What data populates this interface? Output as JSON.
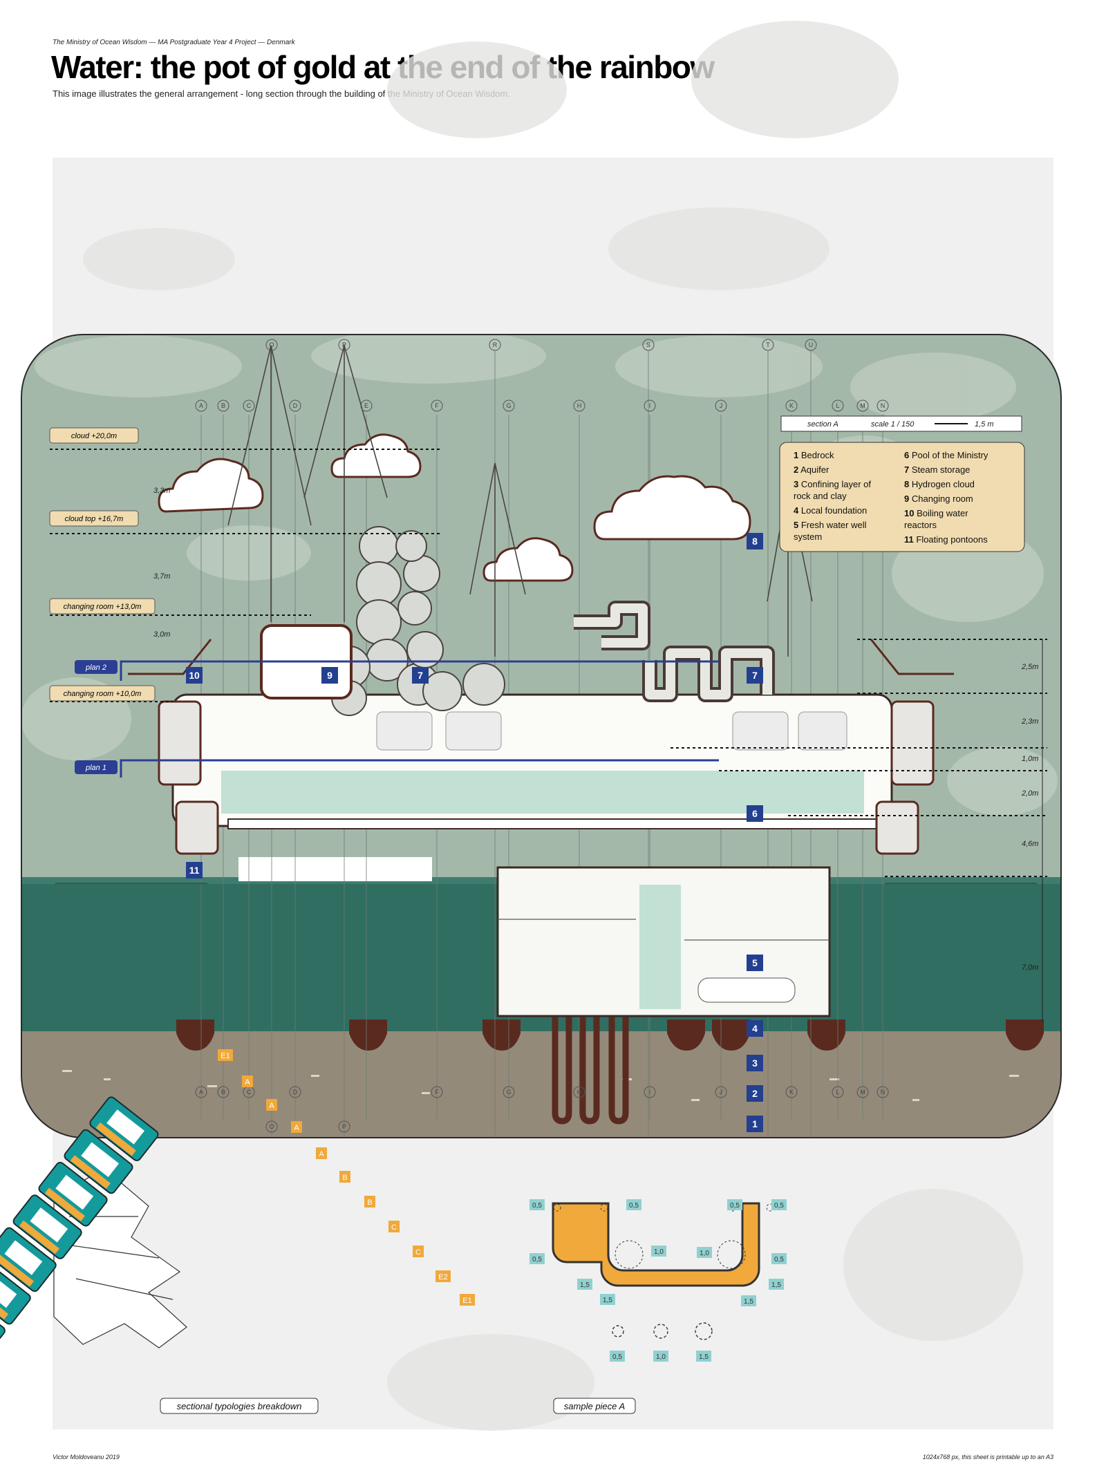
{
  "header": {
    "supertitle": "The Ministry of Ocean Wisdom — MA Postgraduate Year 4 Project — Denmark",
    "title": "Water: the pot of gold at the end of the rainbow",
    "caption": "This image illustrates the general arrangement - long section through the building of the Ministry of Ocean Wisdom."
  },
  "section_box": {
    "label": "section A",
    "scale": "scale 1 / 150",
    "scalebar": "1,5 m"
  },
  "legend": {
    "left": [
      {
        "num": "1",
        "text": "Bedrock"
      },
      {
        "num": "2",
        "text": "Aquifer"
      },
      {
        "num": "3",
        "text": "Confining layer of",
        "text2": "rock and clay"
      },
      {
        "num": "4",
        "text": "Local foundation"
      },
      {
        "num": "5",
        "text": "Fresh water well",
        "text2": "system"
      }
    ],
    "right": [
      {
        "num": "6",
        "text": "Pool of the Ministry"
      },
      {
        "num": "7",
        "text": "Steam storage"
      },
      {
        "num": "8",
        "text": "Hydrogen cloud"
      },
      {
        "num": "9",
        "text": "Changing room"
      },
      {
        "num": "10",
        "text": "Boiling water",
        "text2": "reactors"
      },
      {
        "num": "11",
        "text": "Floating pontoons"
      }
    ]
  },
  "level_tags": {
    "cloud": "cloud +20,0m",
    "cloud_top": "cloud top +16,7m",
    "changing13": "changing room +13,0m",
    "changing10": "changing room +10,0m",
    "plan2": "plan 2",
    "plan1": "plan 1"
  },
  "dims_left": {
    "d1": "3,3m",
    "d2": "3,7m",
    "d3": "3,0m"
  },
  "dims_right": {
    "d1": "2,5m",
    "d2": "2,3m",
    "d3": "1,0m",
    "d4": "2,0m",
    "d5": "4,6m",
    "d6": "7,0m"
  },
  "grid_top": [
    "O",
    "P",
    "R",
    "S",
    "T",
    "U"
  ],
  "grid_mid": [
    "A",
    "B",
    "C",
    "D",
    "E",
    "F",
    "G",
    "H",
    "I",
    "J",
    "K",
    "L",
    "M",
    "N"
  ],
  "markers": {
    "m1": "1",
    "m2": "2",
    "m3": "3",
    "m4": "4",
    "m5": "5",
    "m6": "6",
    "m7a": "7",
    "m7b": "7",
    "m8": "8",
    "m9": "9",
    "m10": "10",
    "m11": "11"
  },
  "typology_tags": [
    "E1",
    "A",
    "A",
    "A",
    "A",
    "B",
    "B",
    "C",
    "C",
    "E2",
    "E1"
  ],
  "sample_dims": {
    "d05": "0,5",
    "d10": "1,0",
    "d15": "1,5"
  },
  "labels": {
    "breakdown": "sectional typologies breakdown",
    "sample": "sample piece A"
  },
  "footer": {
    "author": "Victor Moldoveanu 2019",
    "note": "1024x768 px, this sheet is printable up to an A3"
  },
  "colors": {
    "sky": "#a4b8aa",
    "water": "#2f6e61",
    "ground": "#948a7a",
    "marker": "#233f8f",
    "tag": "#f0dcb0",
    "teal": "#159a9c",
    "orange": "#f0a93a"
  }
}
